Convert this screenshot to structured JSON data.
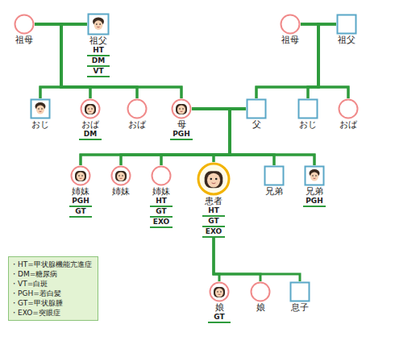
{
  "diagram": {
    "nodes": [
      {
        "text": [
          "祖母"
        ]
      },
      {
        "text": [
          "祖父",
          "HT",
          "DM",
          "VT"
        ]
      },
      {
        "text": [
          "祖母"
        ]
      },
      {
        "text": [
          "祖父"
        ]
      },
      {
        "text": [
          "おじ"
        ]
      },
      {
        "text": [
          "おば",
          "DM"
        ]
      },
      {
        "text": [
          "おば"
        ]
      },
      {
        "text": [
          "母",
          "PGH"
        ]
      },
      {
        "text": [
          "父"
        ]
      },
      {
        "text": [
          "おじ"
        ]
      },
      {
        "text": [
          "おば"
        ]
      },
      {
        "text": [
          "姉妹",
          "PGH",
          "GT"
        ]
      },
      {
        "text": [
          "姉妹"
        ]
      },
      {
        "text": [
          "姉妹",
          "HT",
          "GT",
          "EXO"
        ]
      },
      {
        "text": [
          "患者",
          "HT",
          "GT",
          "EXO"
        ]
      },
      {
        "text": [
          "兄弟"
        ]
      },
      {
        "text": [
          "兄弟",
          "PGH"
        ]
      },
      {
        "text": [
          "娘",
          "GT"
        ]
      },
      {
        "text": [
          "娘"
        ]
      },
      {
        "text": [
          "息子"
        ]
      }
    ],
    "edges": [
      {
        "from": 0,
        "to": 1,
        "arrow": "none"
      },
      {
        "from": 2,
        "to": 3,
        "arrow": "none"
      },
      {
        "from": 7,
        "to": 8,
        "arrow": "none"
      },
      {
        "from": 0,
        "to": 4,
        "arrow": "none"
      },
      {
        "from": 0,
        "to": 5,
        "arrow": "none"
      },
      {
        "from": 0,
        "to": 6,
        "arrow": "none"
      },
      {
        "from": 0,
        "to": 7,
        "arrow": "none"
      },
      {
        "from": 1,
        "to": 4,
        "arrow": "none"
      },
      {
        "from": 1,
        "to": 5,
        "arrow": "none"
      },
      {
        "from": 1,
        "to": 6,
        "arrow": "none"
      },
      {
        "from": 1,
        "to": 7,
        "arrow": "none"
      },
      {
        "from": 2,
        "to": 8,
        "arrow": "none"
      },
      {
        "from": 2,
        "to": 9,
        "arrow": "none"
      },
      {
        "from": 2,
        "to": 10,
        "arrow": "none"
      },
      {
        "from": 3,
        "to": 8,
        "arrow": "none"
      },
      {
        "from": 3,
        "to": 9,
        "arrow": "none"
      },
      {
        "from": 3,
        "to": 10,
        "arrow": "none"
      },
      {
        "from": 7,
        "to": 11,
        "arrow": "none"
      },
      {
        "from": 7,
        "to": 12,
        "arrow": "none"
      },
      {
        "from": 7,
        "to": 13,
        "arrow": "none"
      },
      {
        "from": 7,
        "to": 14,
        "arrow": "none"
      },
      {
        "from": 7,
        "to": 15,
        "arrow": "none"
      },
      {
        "from": 7,
        "to": 16,
        "arrow": "none"
      },
      {
        "from": 8,
        "to": 11,
        "arrow": "none"
      },
      {
        "from": 8,
        "to": 12,
        "arrow": "none"
      },
      {
        "from": 8,
        "to": 13,
        "arrow": "none"
      },
      {
        "from": 8,
        "to": 14,
        "arrow": "none"
      },
      {
        "from": 8,
        "to": 15,
        "arrow": "none"
      },
      {
        "from": 8,
        "to": 16,
        "arrow": "none"
      },
      {
        "from": 14,
        "to": 17,
        "arrow": "none"
      },
      {
        "from": 14,
        "to": 18,
        "arrow": "none"
      },
      {
        "from": 14,
        "to": 19,
        "arrow": "none"
      }
    ],
    "legend": [
      {
        "text": "・HT=甲状腺機能亢進症"
      },
      {
        "text": "・DM=糖尿病"
      },
      {
        "text": "・VT=白斑"
      },
      {
        "text": "・PGH=若白髪"
      },
      {
        "text": "・GT=甲状腺腫"
      },
      {
        "text": "・EXO=突眼症"
      }
    ]
  }
}
